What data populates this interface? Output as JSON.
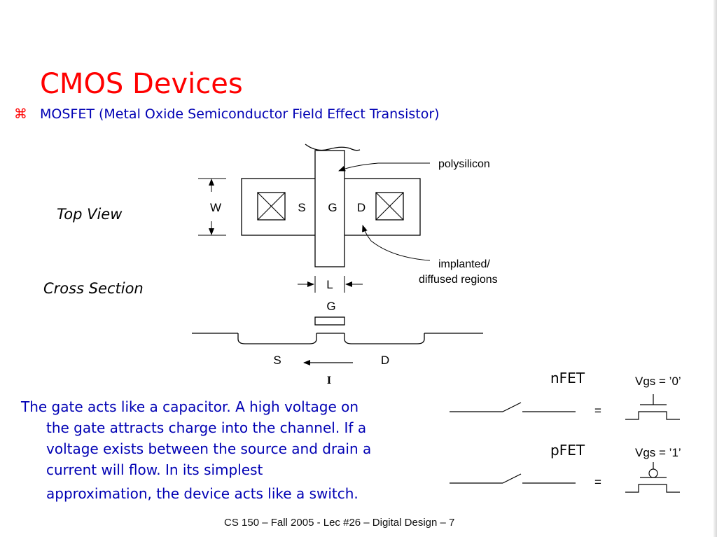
{
  "slide": {
    "title": "CMOS Devices",
    "bullet": {
      "glyph": "⌘",
      "text": "MOSFET (Metal Oxide Semiconductor Field Effect Transistor)"
    },
    "labels": {
      "top_view": "Top View",
      "cross_section": "Cross Section"
    },
    "diagram": {
      "top": {
        "polysilicon": "polysilicon",
        "implanted_line1": "implanted/",
        "implanted_line2": "diffused regions",
        "width": "W",
        "length": "L",
        "source": "S",
        "gate": "G",
        "drain": "D"
      },
      "section": {
        "gate": "G",
        "source": "S",
        "drain": "D",
        "current": "I"
      }
    },
    "paragraph": [
      "The gate acts like a capacitor. A high voltage on",
      "the gate attracts charge into the channel. If a",
      "voltage exists between the source and drain a",
      "current will flow. In its simplest",
      "approximation, the device acts like a switch."
    ],
    "nfet": {
      "label": "nFET",
      "vgs": "Vgs = ’0’",
      "equals": "="
    },
    "pfet": {
      "label": "pFET",
      "vgs": "Vgs = ’1’",
      "equals": "="
    },
    "footer": "CS 150 – Fall 2005 - Lec #26 – Digital Design  – 7"
  }
}
